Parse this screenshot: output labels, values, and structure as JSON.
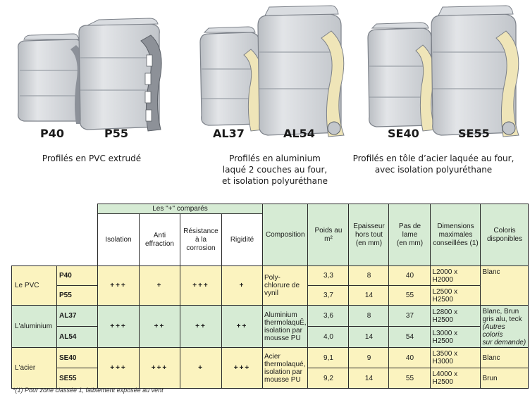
{
  "profiles": {
    "pvc": {
      "left_label": "P40",
      "right_label": "P55",
      "caption": "Profilés en PVC extrudé"
    },
    "alu": {
      "left_label": "AL37",
      "right_label": "AL54",
      "caption_line1": "Profilés en aluminium",
      "caption_line2": "laqué 2 couches au four,",
      "caption_line3": "et isolation polyuréthane"
    },
    "steel": {
      "left_label": "SE40",
      "right_label": "SE55",
      "caption_line1": "Profilés en tôle d’acier laquée au four,",
      "caption_line2": "avec isolation polyuréthane"
    }
  },
  "table": {
    "group_header": "Les \"+\" comparés",
    "headers": {
      "isolation": "Isolation",
      "anti_l1": "Anti",
      "anti_l2": "effraction",
      "res_l1": "Résistance",
      "res_l2": "à la",
      "res_l3": "corrosion",
      "rigidite": "Rigidité",
      "composition": "Composition",
      "poids_l1": "Poids au",
      "poids_l2": "m²",
      "ep_l1": "Epaisseur",
      "ep_l2": "hors tout",
      "ep_l3": "(en mm)",
      "pas_l1": "Pas de",
      "pas_l2": "lame",
      "pas_l3": "(en mm)",
      "dim_l1": "Dimensions",
      "dim_l2": "maximales",
      "dim_l3": "conseillées (1)",
      "col_l1": "Coloris",
      "col_l2": "disponibles"
    },
    "groups": [
      {
        "category": "Le PVC",
        "isolation": "+++",
        "anti": "+",
        "resistance": "+++",
        "rigidite": "+",
        "comp_l1": "Poly-",
        "comp_l2": "chlorure de",
        "comp_l3": "vynil",
        "colors_l1": "Blanc",
        "colors_l2": "",
        "colors_l3": "",
        "colors_l4": "",
        "rows": [
          {
            "code": "P40",
            "poids": "3,3",
            "epaisseur": "8",
            "pas": "40",
            "dims": "L2000 x H2000"
          },
          {
            "code": "P55",
            "poids": "3,7",
            "epaisseur": "14",
            "pas": "55",
            "dims": "L2500 x H2500"
          }
        ]
      },
      {
        "category": "L'aluminium",
        "isolation": "+++",
        "anti": "++",
        "resistance": "++",
        "rigidite": "++",
        "comp_l1": "Aluminium",
        "comp_l2": "thermolaquÊ,",
        "comp_l3": "isolation par",
        "comp_l4": "mousse PU",
        "colors_l1": "Blanc, Brun",
        "colors_l2": "gris alu, teck",
        "colors_l3": "(Autres coloris",
        "colors_l4": "sur demande)",
        "rows": [
          {
            "code": "AL37",
            "poids": "3,6",
            "epaisseur": "8",
            "pas": "37",
            "dims": "L2800 x H2500"
          },
          {
            "code": "AL54",
            "poids": "4,0",
            "epaisseur": "14",
            "pas": "54",
            "dims": "L3000 x H2500"
          }
        ]
      },
      {
        "category": "L'acier",
        "isolation": "+++",
        "anti": "+++",
        "resistance": "+",
        "rigidite": "+++",
        "comp_l1": "Acier",
        "comp_l2": "thermolaqué,",
        "comp_l3": "isolation par",
        "comp_l4": "mousse PU",
        "rows": [
          {
            "code": "SE40",
            "poids": "9,1",
            "epaisseur": "9",
            "pas": "40",
            "dims": "L3500 x H3000",
            "colors": "Blanc"
          },
          {
            "code": "SE55",
            "poids": "9,2",
            "epaisseur": "14",
            "pas": "55",
            "dims": "L4000 x H2500",
            "colors": "Brun"
          }
        ]
      }
    ],
    "footnote": "*(1) Pour zone classée 1, faiblement exposée au vent"
  },
  "colors": {
    "header_green": "#d6ebd4",
    "row_yellow": "#fbf3bf",
    "row_green": "#d6ebd4",
    "slat_grey": "#c9ccd0",
    "foam_cream": "#efe5b8"
  }
}
